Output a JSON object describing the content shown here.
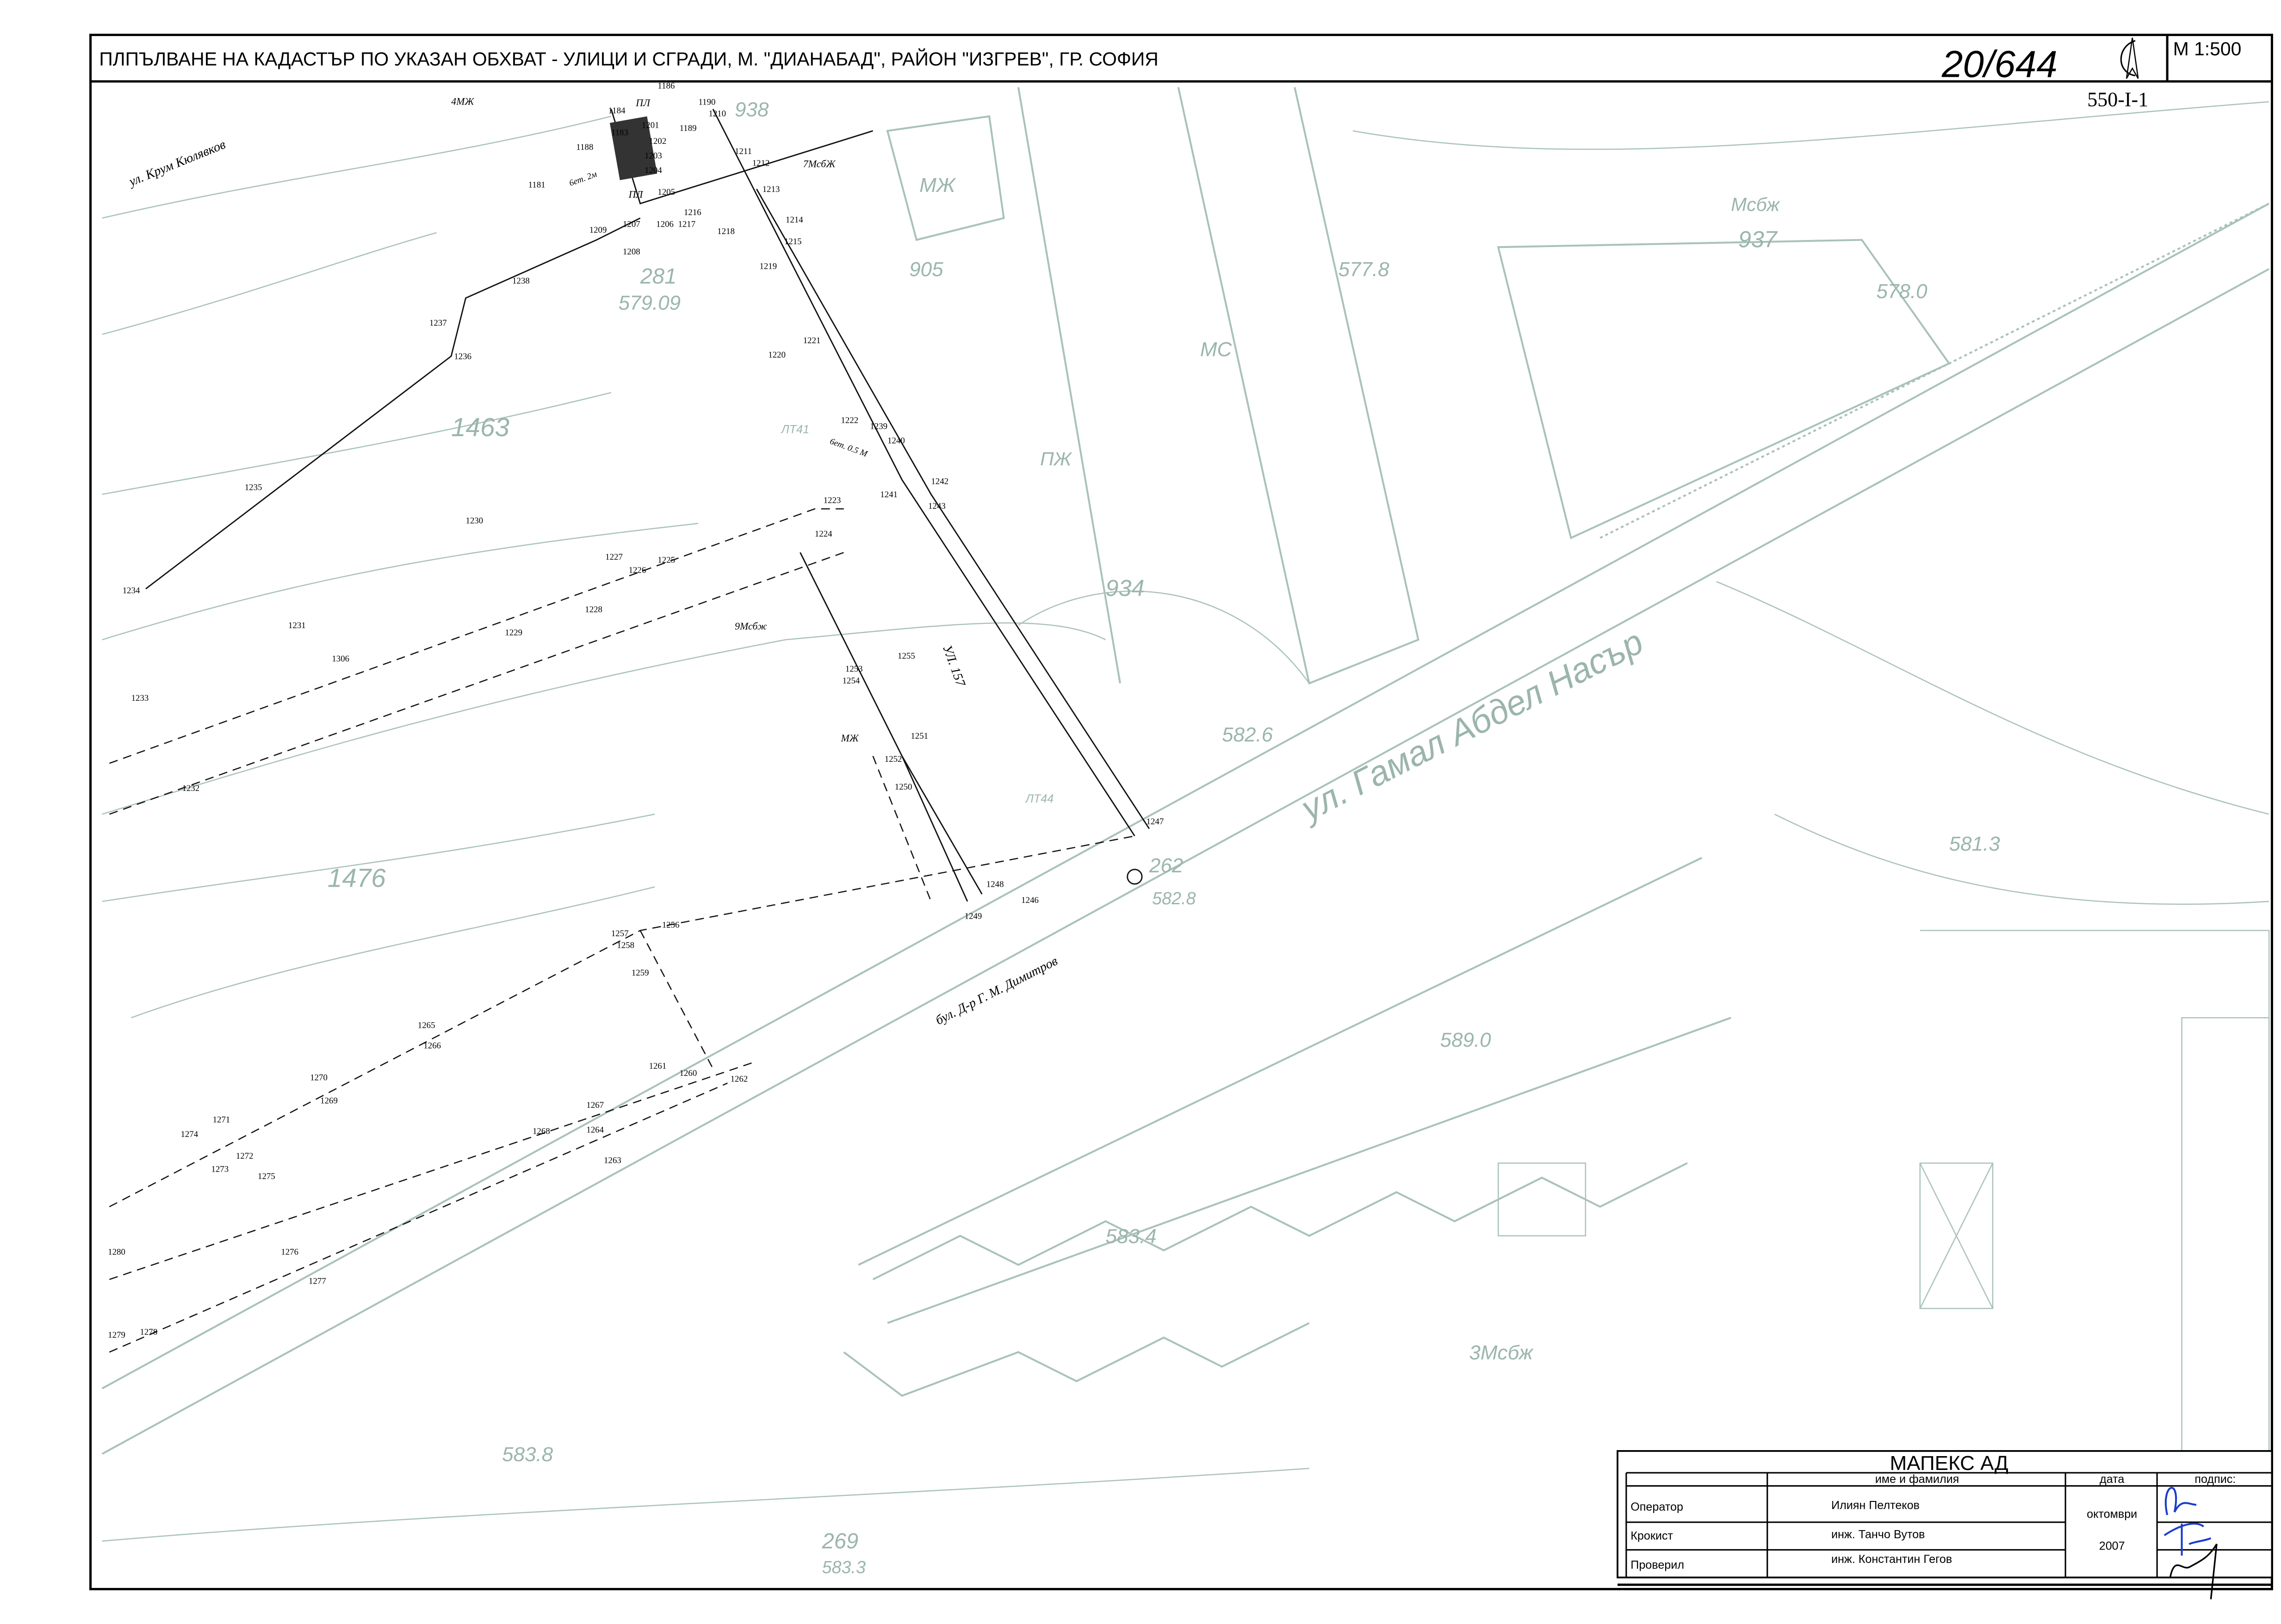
{
  "header": {
    "title": "ПЛПЪЛВАНЕ НА КАДАСТЪР ПО УКАЗАН ОБХВАТ - УЛИЦИ И СГРАДИ, М. \"ДИАНАБАД\", РАЙОН \"ИЗГРЕВ\", ГР. СОФИЯ",
    "sheet_handwritten": "20/644",
    "scale": "М 1:500",
    "sheet_code": "550-I-1"
  },
  "streets": {
    "gamal": "ул. Гамал Абдел Насър",
    "dimitrov": "бул. Д-р Г. М. Димитров",
    "krum": "ул. Крум Кюлявков",
    "ul157": "УЛ. 157"
  },
  "labels": {
    "p1463": "1463",
    "p1476": "1476",
    "p937": "937",
    "p934": "934",
    "p262": "262",
    "p281": "281",
    "p269": "269",
    "p938": "938",
    "p905": "905",
    "e5778": "577.8",
    "e5780": "578.0",
    "e57909": "579.09",
    "e5826": "582.6",
    "e5828": "582.8",
    "e5834": "583.4",
    "e5838": "583.8",
    "e5890": "589.0",
    "e5813": "581.3",
    "e5833": "583.3",
    "mc": "МС",
    "mzh": "МЖ",
    "mcbzh": "Мсбж",
    "zmcbzh": "3Мсбж",
    "mzh9": "9Мсбж",
    "mcbzh7": "7МсбЖ",
    "mzh4": "4МЖ",
    "mzh_b": "МЖ",
    "pzh": "ПЖ",
    "lt41": "ЛТ41",
    "lt44": "ЛТ44",
    "pl1": "ПЛ",
    "pl2": "ПЛ",
    "step1": "6ет. 2м",
    "step2": "6ет. 0.5 М"
  },
  "points": [
    "1181",
    "1183",
    "1184",
    "1186",
    "1188",
    "1189",
    "1190",
    "1201",
    "1202",
    "1203",
    "1204",
    "1205",
    "1206",
    "1207",
    "1208",
    "1209",
    "1210",
    "1211",
    "1212",
    "1213",
    "1214",
    "1215",
    "1216",
    "1217",
    "1218",
    "1219",
    "1220",
    "1221",
    "1222",
    "1223",
    "1224",
    "1225",
    "1226",
    "1227",
    "1228",
    "1229",
    "1230",
    "1231",
    "1232",
    "1233",
    "1234",
    "1235",
    "1236",
    "1237",
    "1238",
    "1239",
    "1240",
    "1241",
    "1242",
    "1243",
    "1246",
    "1247",
    "1248",
    "1249",
    "1250",
    "1251",
    "1252",
    "1253",
    "1254",
    "1255",
    "1256",
    "1257",
    "1258",
    "1259",
    "1260",
    "1261",
    "1262",
    "1263",
    "1264",
    "1265",
    "1266",
    "1267",
    "1268",
    "1269",
    "1270",
    "1271",
    "1272",
    "1273",
    "1274",
    "1275",
    "1276",
    "1277",
    "1278",
    "1279",
    "1280",
    "1306"
  ],
  "title_block": {
    "company": "МАПЕКС  АД",
    "col_name": "име и фамилия",
    "col_date": "дата",
    "col_sign": "подпис:",
    "rows": [
      {
        "role": "Оператор",
        "name": "Илиян Пелтеков"
      },
      {
        "role": "Крокист",
        "name": "инж. Танчо Вутов"
      },
      {
        "role": "Проверил",
        "name": "инж. Константин Гегов"
      }
    ],
    "date_month": "октомври",
    "date_year": "2007"
  }
}
